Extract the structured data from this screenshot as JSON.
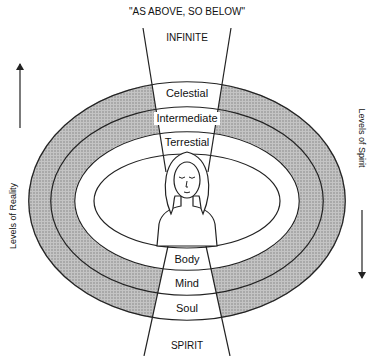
{
  "diagram": {
    "title": "\"AS ABOVE, SO BELOW\"",
    "nodes": [
      {
        "text": [
          "Celestial",
          "Soul"
        ]
      },
      {
        "text": [
          "Intermediate",
          "Mind"
        ],
        "in": 0
      },
      {
        "text": [
          "Terrestial",
          "Body"
        ],
        "in": 1
      }
    ],
    "labels": [
      "INFINITE",
      "SPIRIT",
      "Levels of Reality",
      "Levels of Spirit"
    ]
  }
}
